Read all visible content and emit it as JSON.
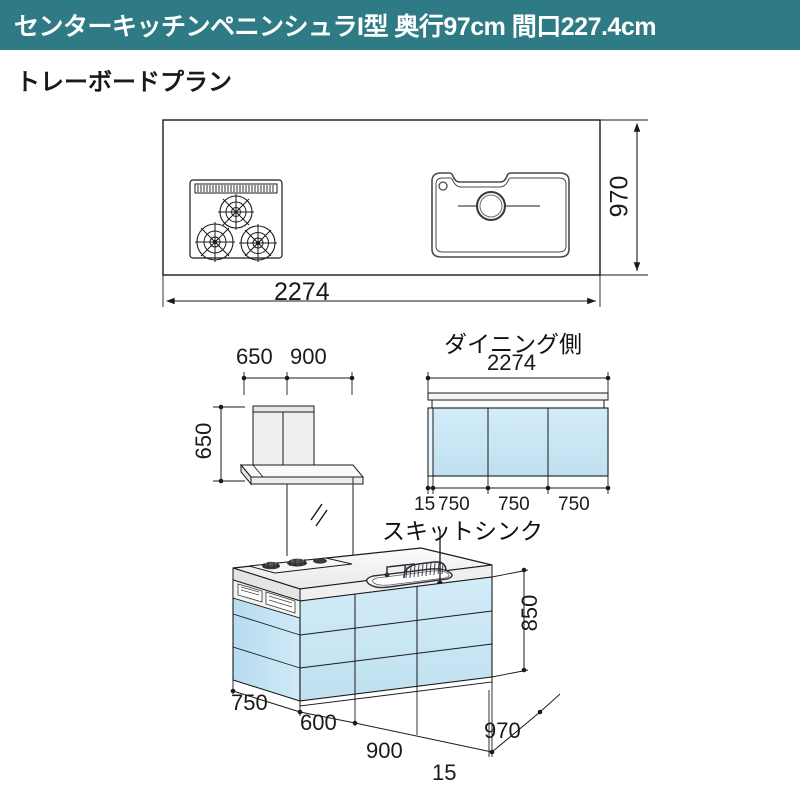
{
  "header": {
    "title": "センターキッチンペニンシュラI型 奥行97cm 間口227.4cm",
    "bg_color": "#2e7b85",
    "text_color": "#ffffff"
  },
  "subtitle": "トレーボードプラン",
  "colors": {
    "cabinet_blue": "#c5e4f2",
    "cabinet_blue_light": "#d7eef8",
    "counter_gray": "#f2f2f2",
    "counter_shade": "#e2e2e2",
    "line": "#1a1a1a",
    "dim_line": "#333333",
    "panel_blue": "#cfe8f5"
  },
  "plan_view": {
    "name": "top-plan-view",
    "width_label": "2274",
    "depth_label": "970",
    "cooktop": {
      "label": "cooktop",
      "burner_count": 3,
      "has_grill_vent": true
    },
    "sink": {
      "label": "sink",
      "has_drain": true,
      "has_faucet_hole": true
    }
  },
  "hood_view": {
    "name": "range-hood-elevation",
    "dims_top": [
      "650",
      "900"
    ],
    "dim_left": "650"
  },
  "dining_view": {
    "name": "dining-side-elevation",
    "title": "ダイニング側",
    "width_label": "2274",
    "panel_dims": [
      "15",
      "750",
      "750",
      "750"
    ],
    "panel_count": 3
  },
  "perspective_view": {
    "name": "kitchen-perspective-view",
    "sink_callout": "スキットシンク",
    "height_label": "850",
    "depth_label": "970",
    "bottom_dims": [
      "750",
      "600",
      "900"
    ],
    "edge_dim": "15",
    "door_count": 3,
    "drawer_rows": 3
  }
}
